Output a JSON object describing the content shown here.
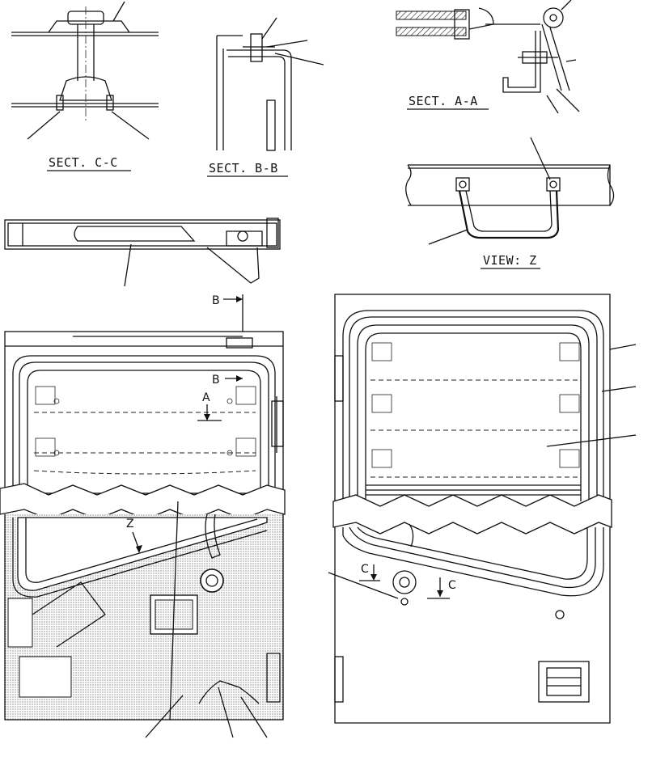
{
  "labels": {
    "sect_cc": "SECT. C-C",
    "sect_bb": "SECT. B-B",
    "sect_aa": "SECT. A-A",
    "view_z": "VIEW: Z"
  },
  "markers": {
    "b_top": "B",
    "b_mid": "B",
    "a": "A",
    "z": "Z",
    "c_left": "C",
    "c_right": "C"
  }
}
